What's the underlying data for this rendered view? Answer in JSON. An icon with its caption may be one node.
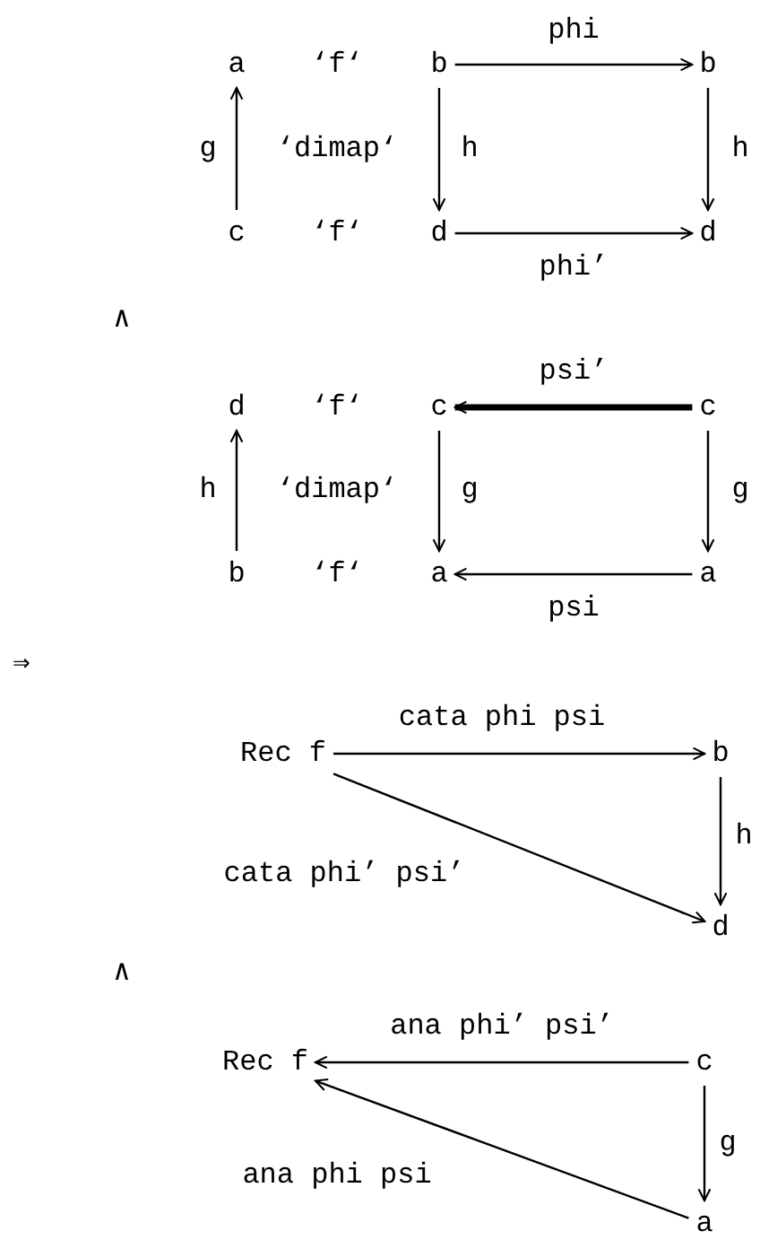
{
  "diagram": {
    "nodes": [
      {
        "text": [
          "a"
        ]
      },
      {
        "text": [
          "b"
        ]
      },
      {
        "text": [
          "b"
        ]
      },
      {
        "text": [
          "c"
        ]
      },
      {
        "text": [
          "d"
        ]
      },
      {
        "text": [
          "d"
        ]
      },
      {
        "text": [
          "d"
        ]
      },
      {
        "text": [
          "c"
        ]
      },
      {
        "text": [
          "c"
        ]
      },
      {
        "text": [
          "b"
        ]
      },
      {
        "text": [
          "a"
        ]
      },
      {
        "text": [
          "a"
        ]
      },
      {
        "text": [
          "Rec f"
        ]
      },
      {
        "text": [
          "b"
        ]
      },
      {
        "text": [
          "d"
        ]
      },
      {
        "text": [
          "Rec f"
        ]
      },
      {
        "text": [
          "c"
        ]
      },
      {
        "text": [
          "a"
        ]
      }
    ],
    "edges": [
      {
        "from": 1,
        "to": 2,
        "arrow": "to",
        "label": "phi"
      },
      {
        "from": 3,
        "to": 0,
        "arrow": "to",
        "label": "g"
      },
      {
        "from": 1,
        "to": 4,
        "arrow": "to",
        "label": "h"
      },
      {
        "from": 2,
        "to": 5,
        "arrow": "to",
        "label": "h"
      },
      {
        "from": 4,
        "to": 5,
        "arrow": "to",
        "label": "phi’"
      },
      {
        "from": 8,
        "to": 7,
        "arrow": "to",
        "label": "psi’",
        "style": "thick"
      },
      {
        "from": 9,
        "to": 6,
        "arrow": "to",
        "label": "h"
      },
      {
        "from": 7,
        "to": 10,
        "arrow": "to",
        "label": "g"
      },
      {
        "from": 8,
        "to": 11,
        "arrow": "to",
        "label": "g"
      },
      {
        "from": 11,
        "to": 10,
        "arrow": "to",
        "label": "psi"
      },
      {
        "from": 12,
        "to": 13,
        "arrow": "to",
        "label": "cata phi psi"
      },
      {
        "from": 13,
        "to": 14,
        "arrow": "to",
        "label": "h"
      },
      {
        "from": 12,
        "to": 14,
        "arrow": "to",
        "label": "cata phi’ psi’"
      },
      {
        "from": 16,
        "to": 15,
        "arrow": "to",
        "label": "ana phi’ psi’"
      },
      {
        "from": 16,
        "to": 17,
        "arrow": "to",
        "label": "g"
      },
      {
        "from": 17,
        "to": 15,
        "arrow": "to",
        "label": "ana phi psi"
      }
    ],
    "labels": [
      "‘f‘",
      "‘dimap‘",
      "‘f‘",
      "∧",
      "‘f‘",
      "‘dimap‘",
      "‘f‘",
      "⇒",
      "∧"
    ]
  }
}
